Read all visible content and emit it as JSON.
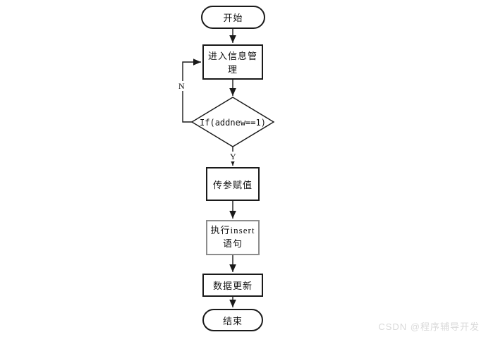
{
  "diagram": {
    "nodes": {
      "start": {
        "label": "开始"
      },
      "enter": {
        "label": "进入信息管理"
      },
      "decision": {
        "label": "If(addnew==1)"
      },
      "assign": {
        "label": "传参赋值"
      },
      "insert": {
        "label_line1": "执行insert",
        "label_line2": "语句"
      },
      "update": {
        "label": "数据更新"
      },
      "end": {
        "label": "结束"
      }
    },
    "edge_labels": {
      "no": "N",
      "yes": "Y"
    },
    "colors": {
      "line": "#1a1a1a",
      "node_border": "#1a1a1a",
      "insert_node_border": "#8c8c8c",
      "node_fill": "#ffffff",
      "background": "#ffffff"
    }
  },
  "watermark": {
    "text": "CSDN @程序辅导开发",
    "color": "#d9d9d9"
  }
}
